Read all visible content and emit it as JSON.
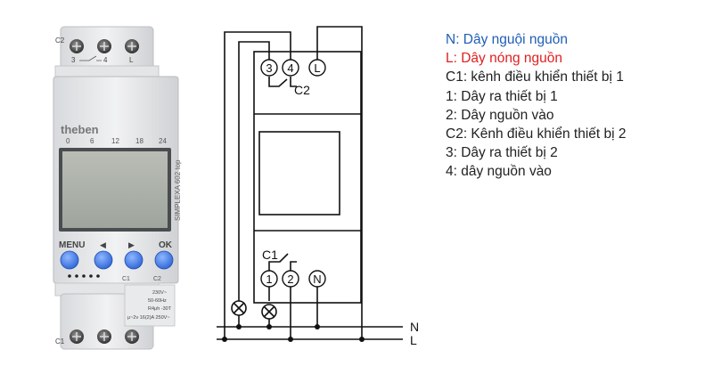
{
  "device": {
    "brand": "theben",
    "model": "SIMPLEXA 602 top",
    "scale_labels": [
      "0",
      "6",
      "12",
      "18",
      "24"
    ],
    "top_terminal_label": "C2",
    "top_terminal_numbers": [
      "3",
      "4",
      "L"
    ],
    "bottom_terminal_label": "C1",
    "buttons": {
      "menu": "MENU",
      "left": "◀",
      "right": "▶",
      "ok": "OK"
    },
    "channel_labels": [
      "C1",
      "C2"
    ],
    "spec_lines": [
      "230V~",
      "50-60Hz",
      "R4μh  -30T",
      "μ~2v  16(2)A 250V~"
    ]
  },
  "diagram": {
    "top_terminals": [
      "3",
      "4",
      "L"
    ],
    "bottom_terminals": [
      "1",
      "2",
      "N"
    ],
    "contact_labels": [
      "C2",
      "C1"
    ],
    "bus_labels": [
      "N",
      "L"
    ]
  },
  "legend": [
    {
      "text": "N: Dây nguội nguồn",
      "color": "#1f5fb4"
    },
    {
      "text": "L: Dây nóng nguồn",
      "color": "#e02020"
    },
    {
      "text": "C1: kênh điều khiển thiết bị 1",
      "color": "#222222"
    },
    {
      "text": "1: Dây ra thiết bị 1",
      "color": "#222222"
    },
    {
      "text": "2: Dây nguồn vào",
      "color": "#222222"
    },
    {
      "text": "C2: Kênh điều khiển thiết bị 2",
      "color": "#222222"
    },
    {
      "text": "3: Dây ra thiết bị 2",
      "color": "#222222"
    },
    {
      "text": "4: dây nguồn vào",
      "color": "#222222"
    }
  ]
}
